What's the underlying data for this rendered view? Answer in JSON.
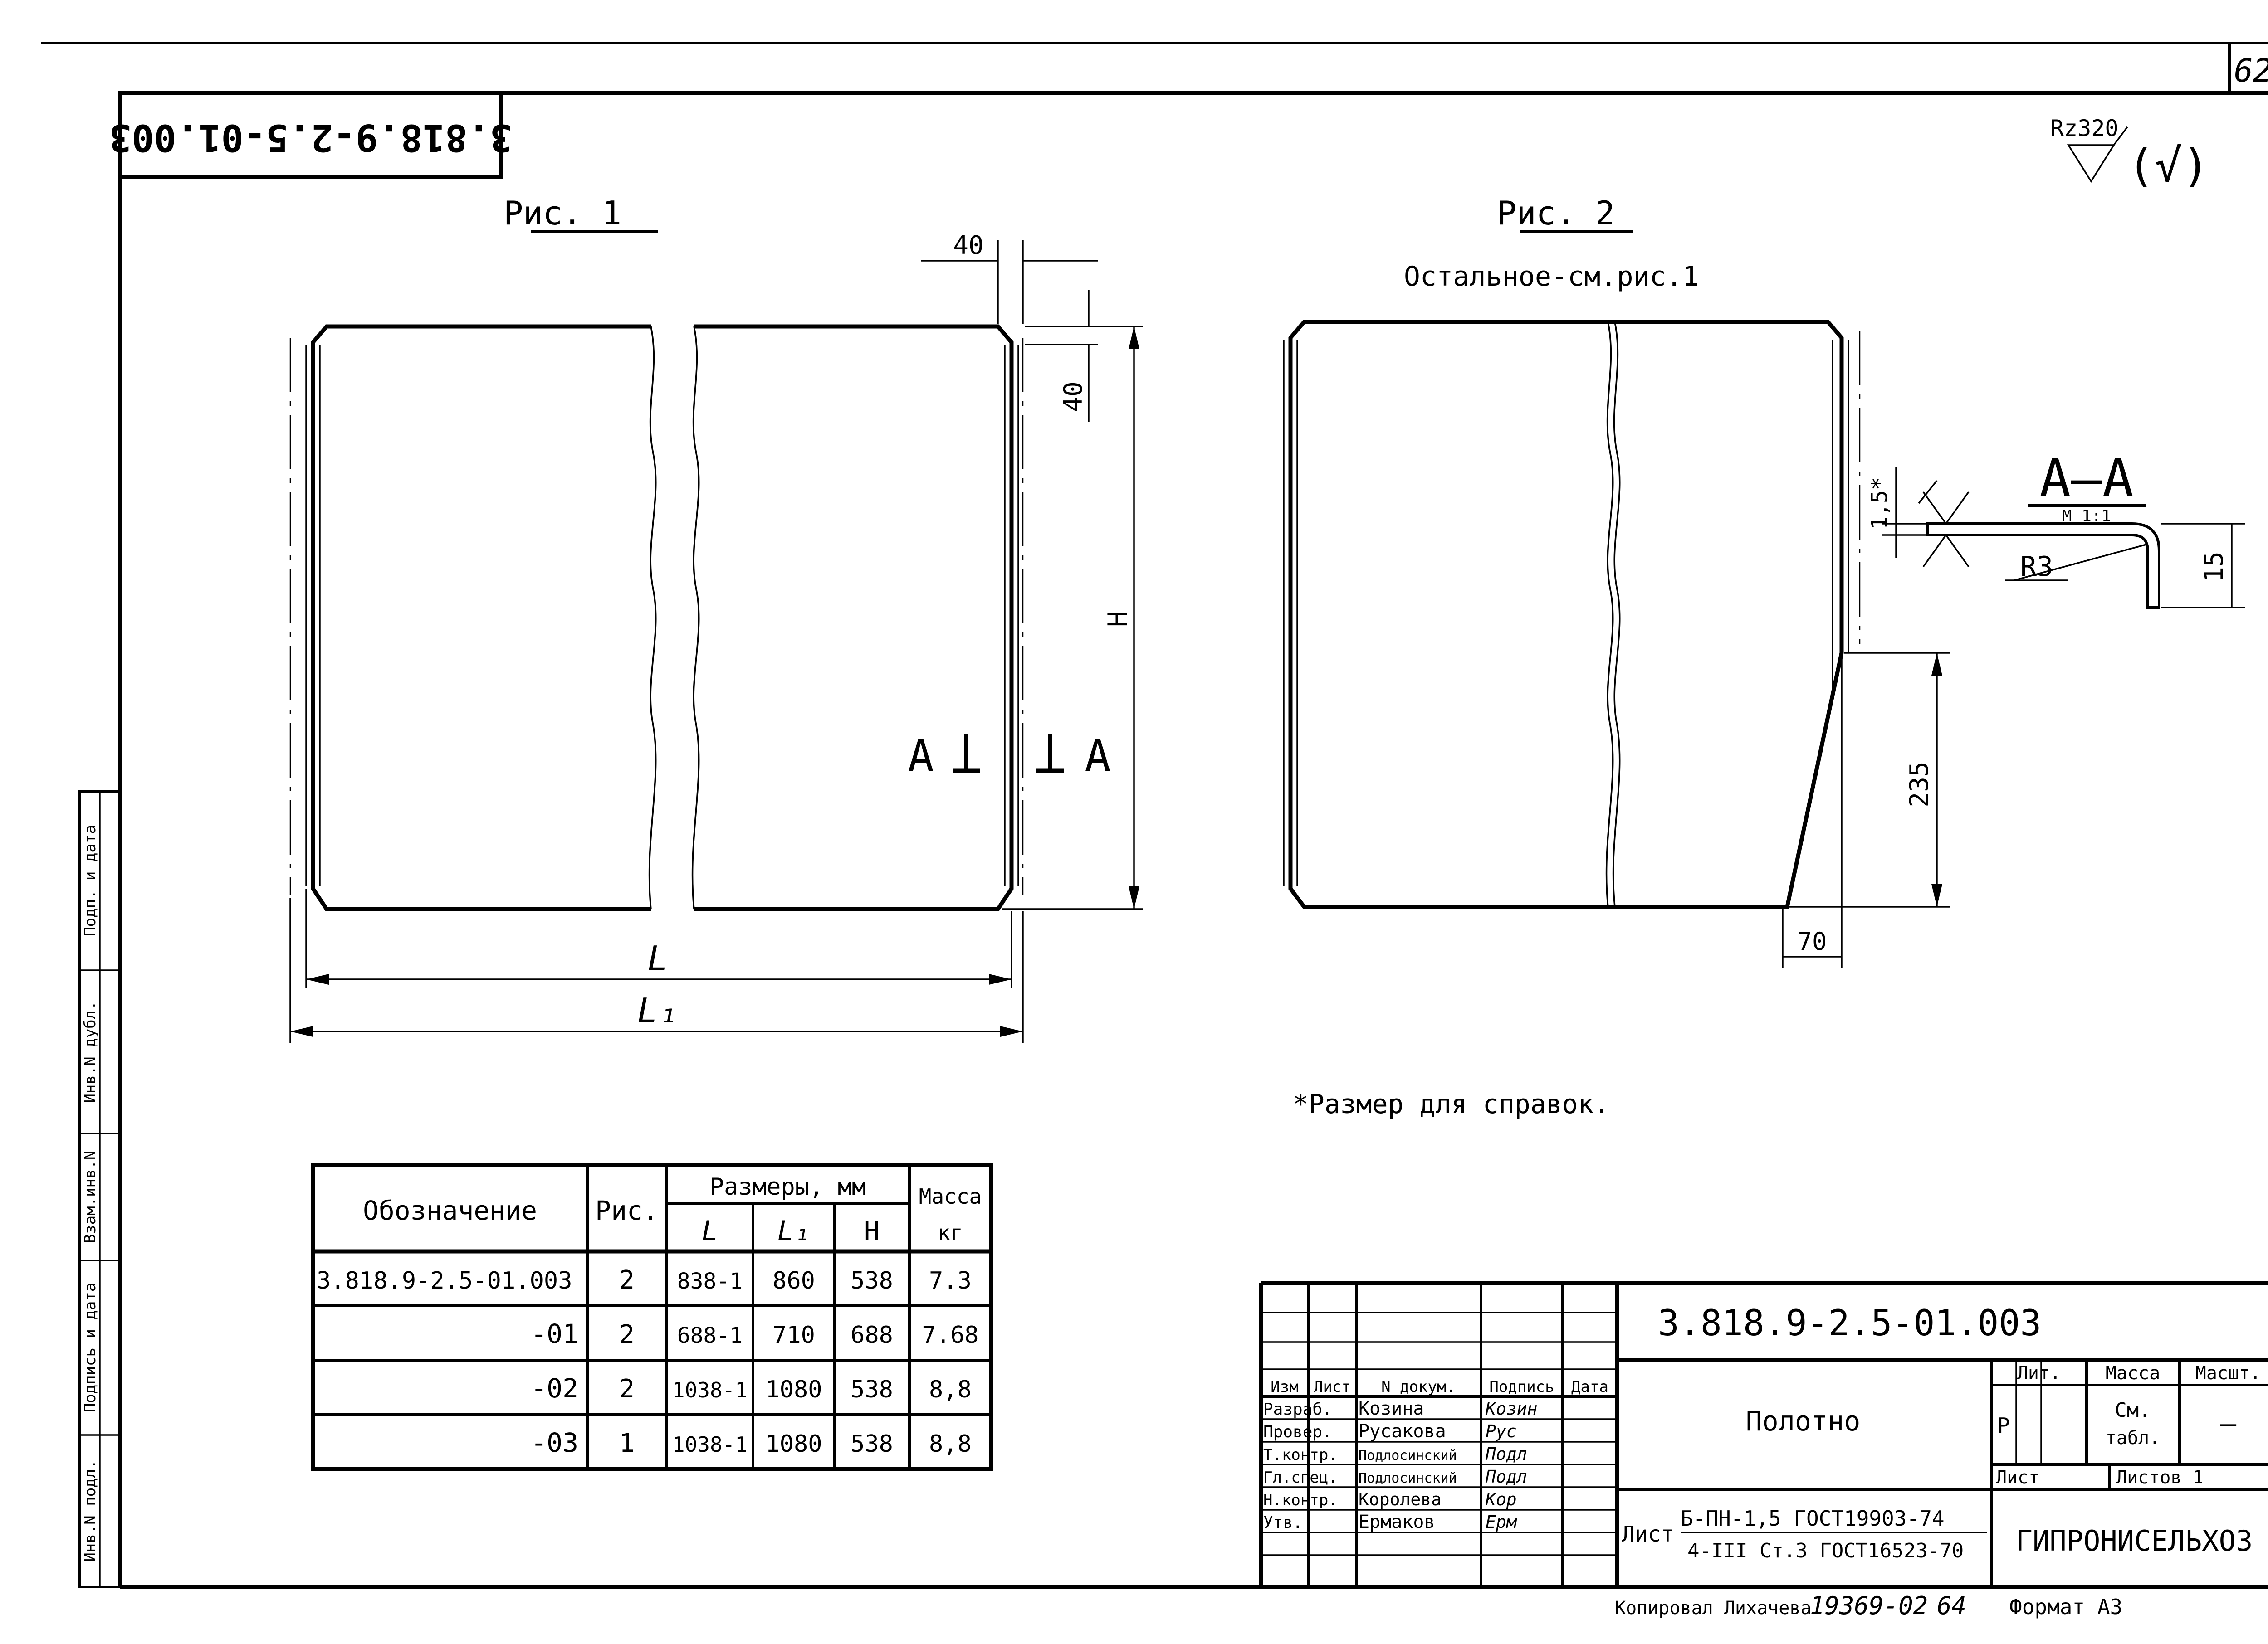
{
  "sheet": {
    "page_number": "62",
    "top_left_code": "3.818.9-2.5-01.003",
    "roughness_label": "Rz320",
    "roughness_suffix": "(√)"
  },
  "figure1": {
    "title": "Рис. 1",
    "dim_corner_x": "40",
    "dim_corner_y": "40",
    "dim_height": "H",
    "dim_length": "L",
    "dim_length1": "L₁",
    "section_mark_left": "A",
    "section_mark_right": "A"
  },
  "figure2": {
    "title": "Рис. 2",
    "subtitle": "Остальное-см.рис.1",
    "dim_cut_height": "235",
    "dim_cut_width": "70"
  },
  "section_aa": {
    "title": "А–А",
    "scale": "М 1:1",
    "thickness": "1,5*",
    "radius": "R3",
    "flange": "15"
  },
  "footnote": "*Размер для справок.",
  "table": {
    "headers": {
      "designation": "Обозначение",
      "fig": "Рис.",
      "sizes": "Размеры, мм",
      "mass": "Масса",
      "mass_unit": "кг",
      "L": "L",
      "L1": "L₁",
      "H": "H"
    },
    "rows": [
      {
        "designation": "3.818.9-2.5-01.003",
        "fig": "2",
        "L": "838-1",
        "L1": "860",
        "H": "538",
        "mass": "7.3"
      },
      {
        "designation": "-01",
        "fig": "2",
        "L": "688-1",
        "L1": "710",
        "H": "688",
        "mass": "7.68"
      },
      {
        "designation": "-02",
        "fig": "2",
        "L": "1038-1",
        "L1": "1080",
        "H": "538",
        "mass": "8,8"
      },
      {
        "designation": "-03",
        "fig": "1",
        "L": "1038-1",
        "L1": "1080",
        "H": "538",
        "mass": "8,8"
      }
    ]
  },
  "title_block": {
    "document_code": "3.818.9-2.5-01.003",
    "part_name": "Полотно",
    "col_headers": {
      "izm": "Изм",
      "list": "Лист",
      "ndoc": "N докум.",
      "podp": "Подпись",
      "data": "Дата"
    },
    "roles": [
      {
        "role": "Разраб.",
        "name": "Козина",
        "sign": "Козин"
      },
      {
        "role": "Провер.",
        "name": "Русакова",
        "sign": "Рус"
      },
      {
        "role": "Т.контр.",
        "name": "Подлосинский",
        "sign": "Подл"
      },
      {
        "role": "Гл.спец.",
        "name": "Подлосинский",
        "sign": "Подл"
      },
      {
        "role": "Н.контр.",
        "name": "Королева",
        "sign": "Кор"
      },
      {
        "role": "Утв.",
        "name": "Ермаков",
        "sign": "Ерм"
      }
    ],
    "lit_header": "Лит.",
    "mass_header": "Масса",
    "scale_header": "Масшт.",
    "lit_value": "Р",
    "mass_value_1": "См.",
    "mass_value_2": "табл.",
    "scale_value": "—",
    "sheet_label": "Лист",
    "sheets_label": "Листов 1",
    "material_prefix": "Лист",
    "material_top": "Б-ПН-1,5 ГОСТ19903-74",
    "material_bottom": "4-III Ст.3 ГОСТ16523-70",
    "organization": "ГИПРОНИСЕЛЬХОЗ"
  },
  "stamp_side": {
    "labels": [
      "Инв.N подл.",
      "Подпись и дата",
      "Взам.инв.N",
      "Инв.N дубл.",
      "Подп. и дата"
    ]
  },
  "footer": {
    "copied": "Копировал Лихачева",
    "order_number": "19369-02",
    "page_ref": "64",
    "format": "Формат А3"
  }
}
